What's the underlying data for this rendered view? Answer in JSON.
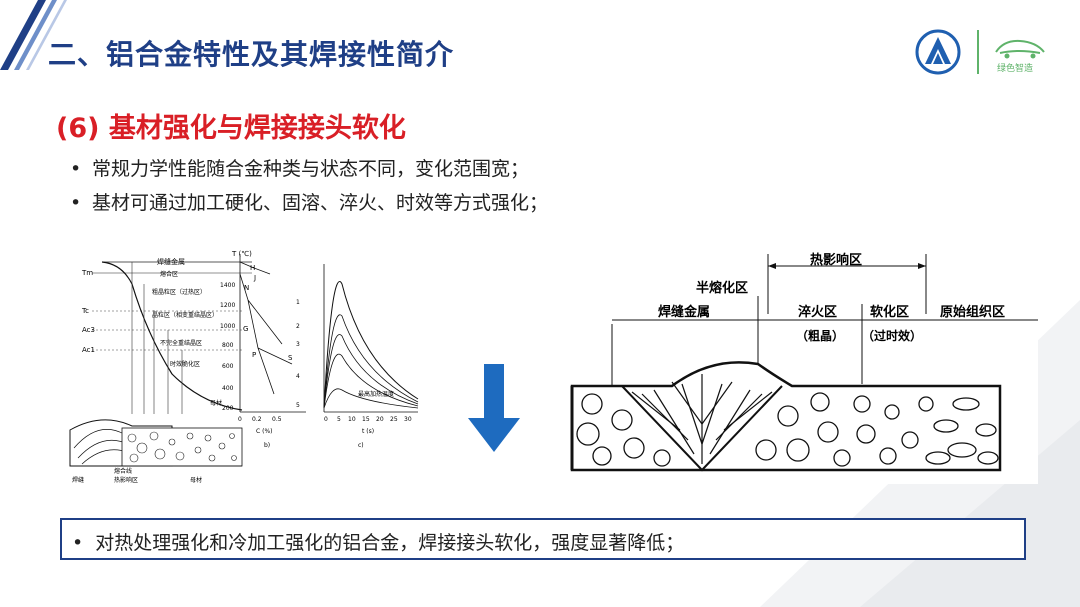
{
  "header": {
    "title": "二、铝合金特性及其焊接性简介",
    "brand_text": "绿色智造",
    "brand_color": "#5fb36a",
    "title_color": "#1f3f86"
  },
  "section": {
    "heading": "(6) 基材强化与焊接接头软化",
    "heading_color": "#d91f26",
    "bullets": [
      "常规力学性能随合金种类与状态不同，变化范围宽；",
      "基材可通过加工硬化、固溶、淬火、时效等方式强化；"
    ]
  },
  "figure_left": {
    "temp_axis": "T (℃)",
    "labels": {
      "weld_metal": "焊缝金属",
      "fusion": "熔合区",
      "coarse": "粗晶粒区（过热区）",
      "normal": "晶粒区（相变重结晶区）",
      "partial": "不完全重结晶区",
      "aging": "时效脆化区",
      "base": "母材",
      "max_temp": "最高加热温度",
      "fusion_line": "熔合线",
      "haz": "热影响区",
      "weld": "焊缝",
      "parent": "母材"
    },
    "temp_ticks": [
      "1400",
      "1200",
      "1000",
      "800",
      "600",
      "400",
      "200"
    ],
    "side_marks": [
      "Tm",
      "Tc",
      "Ac3",
      "Ac1"
    ],
    "letters": [
      "H",
      "J",
      "N",
      "G",
      "P",
      "S"
    ],
    "numbers": [
      "1",
      "2",
      "3",
      "4",
      "5"
    ],
    "c_axis": "C (%)",
    "c_ticks": [
      "0",
      "0.2",
      "0.5"
    ],
    "t_axis": "t (s)",
    "t_ticks": [
      "0",
      "5",
      "10",
      "15",
      "20",
      "25",
      "30"
    ],
    "sub_b": "b)",
    "sub_c": "c)"
  },
  "figure_right": {
    "haz": "热影响区",
    "partial_melt": "半熔化区",
    "weld_metal": "焊缝金属",
    "quench": "淬火区",
    "coarse": "（粗晶）",
    "soft": "软化区",
    "over_aged": "（过时效）",
    "original": "原始组织区"
  },
  "summary": {
    "bullet": "对热处理强化和冷加工强化的铝合金，焊接接头软化，强度显著降低；"
  },
  "arrow_color": "#1e6bbf"
}
